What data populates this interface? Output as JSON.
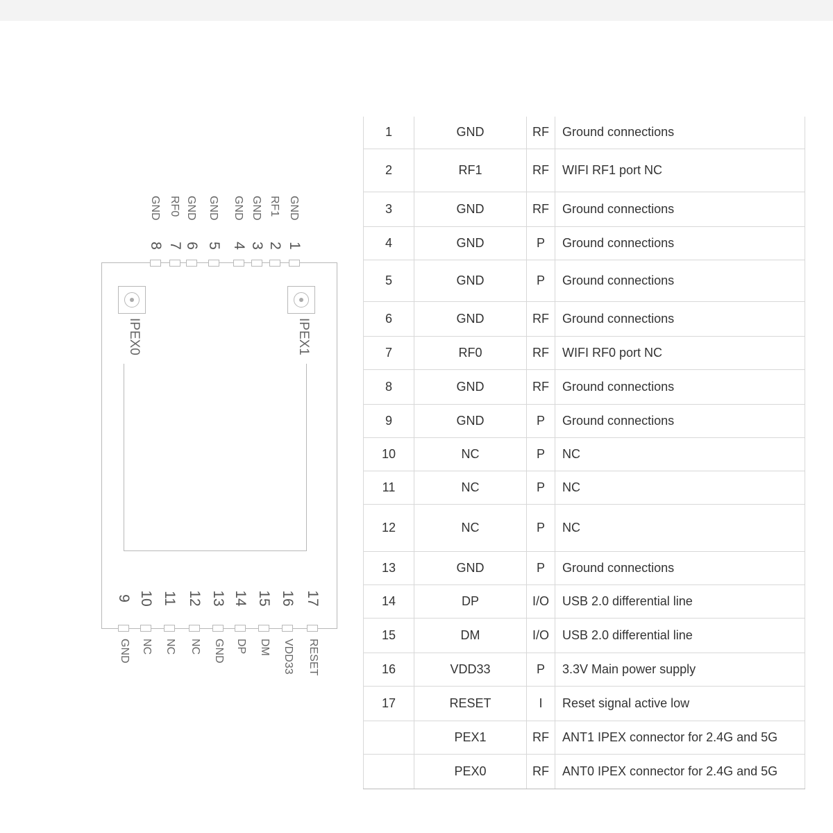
{
  "diagram": {
    "ipex_left": "IPEX0",
    "ipex_right": "IPEX1",
    "top_pins": [
      {
        "num": "1",
        "name": "GND"
      },
      {
        "num": "2",
        "name": "RF1"
      },
      {
        "num": "3",
        "name": "GND"
      },
      {
        "num": "4",
        "name": "GND"
      },
      {
        "num": "5",
        "name": "GND"
      },
      {
        "num": "6",
        "name": "GND"
      },
      {
        "num": "7",
        "name": "RF0"
      },
      {
        "num": "8",
        "name": "GND"
      }
    ],
    "bottom_pins": [
      {
        "num": "9",
        "name": "GND"
      },
      {
        "num": "10",
        "name": "NC"
      },
      {
        "num": "11",
        "name": "NC"
      },
      {
        "num": "12",
        "name": "NC"
      },
      {
        "num": "13",
        "name": "GND"
      },
      {
        "num": "14",
        "name": "DP"
      },
      {
        "num": "15",
        "name": "DM"
      },
      {
        "num": "16",
        "name": "VDD33"
      },
      {
        "num": "17",
        "name": "RESET"
      }
    ]
  },
  "table": {
    "rows": [
      {
        "num": "1",
        "name": "GND",
        "type": "RF",
        "desc": "Ground connections"
      },
      {
        "num": "2",
        "name": "RF1",
        "type": "RF",
        "desc": "WIFI RF1 port NC"
      },
      {
        "num": "3",
        "name": "GND",
        "type": "RF",
        "desc": "Ground connections"
      },
      {
        "num": "4",
        "name": "GND",
        "type": "P",
        "desc": "Ground connections"
      },
      {
        "num": "5",
        "name": "GND",
        "type": "P",
        "desc": "Ground connections"
      },
      {
        "num": "6",
        "name": "GND",
        "type": "RF",
        "desc": "Ground connections"
      },
      {
        "num": "7",
        "name": "RF0",
        "type": "RF",
        "desc": "WIFI RF0 port NC"
      },
      {
        "num": "8",
        "name": "GND",
        "type": "RF",
        "desc": "Ground connections"
      },
      {
        "num": "9",
        "name": "GND",
        "type": "P",
        "desc": "Ground connections"
      },
      {
        "num": "10",
        "name": "NC",
        "type": "P",
        "desc": "NC"
      },
      {
        "num": "11",
        "name": "NC",
        "type": "P",
        "desc": "NC"
      },
      {
        "num": "12",
        "name": "NC",
        "type": "P",
        "desc": "NC"
      },
      {
        "num": "13",
        "name": "GND",
        "type": "P",
        "desc": "Ground connections"
      },
      {
        "num": "14",
        "name": "DP",
        "type": "I/O",
        "desc": "USB 2.0 differential line"
      },
      {
        "num": "15",
        "name": "DM",
        "type": "I/O",
        "desc": "USB 2.0 differential line"
      },
      {
        "num": "16",
        "name": "VDD33",
        "type": "P",
        "desc": "3.3V Main power supply"
      },
      {
        "num": "17",
        "name": "RESET",
        "type": "I",
        "desc": "Reset signal active low"
      },
      {
        "num": "",
        "name": "PEX1",
        "type": "RF",
        "desc": "ANT1 IPEX connector for 2.4G and 5G"
      },
      {
        "num": "",
        "name": "PEX0",
        "type": "RF",
        "desc": "ANT0 IPEX connector for 2.4G and 5G"
      }
    ]
  }
}
